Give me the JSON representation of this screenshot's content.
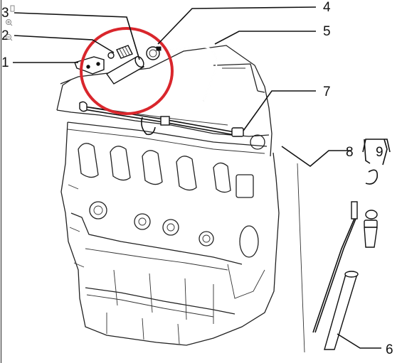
{
  "labels": {
    "l1": "1",
    "l2": "2",
    "l3": "3",
    "l4": "4",
    "l5": "5",
    "l6": "6",
    "l7": "7",
    "l8": "8",
    "l9": "9"
  },
  "highlight_color": "#d9262c",
  "icons": [
    "zoom-in-icon",
    "zoom-out-icon",
    "small-square-icon"
  ]
}
